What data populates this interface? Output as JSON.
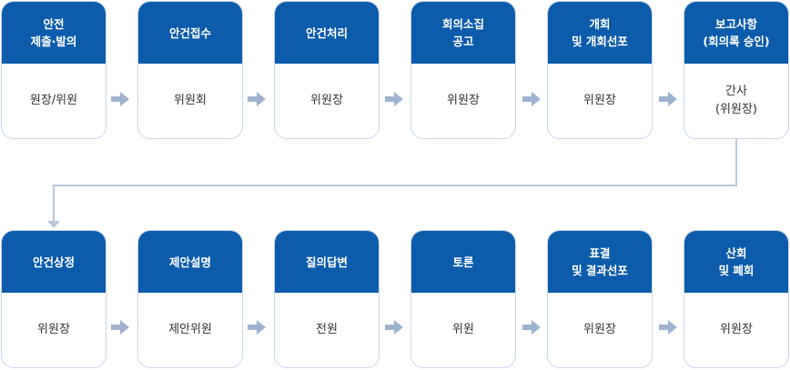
{
  "colors": {
    "header_bg": "#0d5cab",
    "header_text": "#ffffff",
    "card_border": "#c9d6ee",
    "body_text": "#333333",
    "arrow": "#9fb3cf",
    "connector": "#b9c7dc"
  },
  "steps": [
    {
      "title": "안전\n제출·발의",
      "role": "원장/위원"
    },
    {
      "title": "안건접수",
      "role": "위원회"
    },
    {
      "title": "안건처리",
      "role": "위원장"
    },
    {
      "title": "회의소집\n공고",
      "role": "위원장"
    },
    {
      "title": "개회\n및 개회선포",
      "role": "위원장"
    },
    {
      "title": "보고사항\n(회의록 승인)",
      "role": "간사\n(위원장)"
    },
    {
      "title": "안건상정",
      "role": "위원장"
    },
    {
      "title": "제안설명",
      "role": "제안위원"
    },
    {
      "title": "질의답변",
      "role": "전원"
    },
    {
      "title": "토론",
      "role": "위원"
    },
    {
      "title": "표결\n및 결과선포",
      "role": "위원장"
    },
    {
      "title": "산회\n및 폐회",
      "role": "위원장"
    }
  ]
}
